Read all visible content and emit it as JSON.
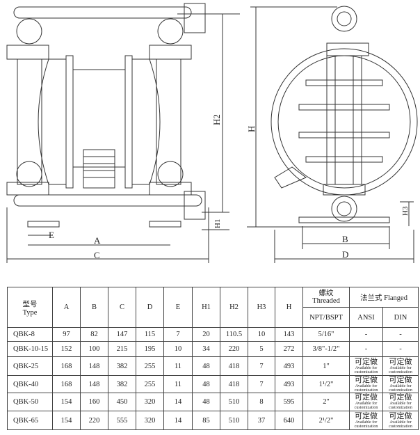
{
  "drawing": {
    "labels": {
      "A": "A",
      "B": "B",
      "C": "C",
      "D": "D",
      "E": "E",
      "H": "H",
      "H1": "H1",
      "H2": "H2",
      "H3": "H3"
    }
  },
  "table": {
    "header": {
      "type_cn": "型号",
      "type_en": "Type",
      "cols": [
        "A",
        "B",
        "C",
        "D",
        "E",
        "H1",
        "H2",
        "H3",
        "H"
      ],
      "threaded_cn": "螺纹",
      "threaded_en": "Threaded",
      "npt": "NPT/BSPT",
      "flanged": "法兰式 Flanged",
      "ansi": "ANSI",
      "din": "DIN"
    },
    "custom_cn": "可定做",
    "custom_en1": "Available for",
    "custom_en2": "customization",
    "rows": [
      {
        "type": "QBK-8",
        "vals": [
          "97",
          "82",
          "147",
          "115",
          "7",
          "20",
          "110.5",
          "10",
          "143"
        ],
        "thread": "5/16\"",
        "ansi": "-",
        "din": "-"
      },
      {
        "type": "QBK-10-15",
        "vals": [
          "152",
          "100",
          "215",
          "195",
          "10",
          "34",
          "220",
          "5",
          "272"
        ],
        "thread": "3/8\"-1/2\"",
        "ansi": "-",
        "din": "-"
      },
      {
        "type": "QBK-25",
        "vals": [
          "168",
          "148",
          "382",
          "255",
          "11",
          "48",
          "418",
          "7",
          "493"
        ],
        "thread": "1\"",
        "ansi": "custom",
        "din": "custom"
      },
      {
        "type": "QBK-40",
        "vals": [
          "168",
          "148",
          "382",
          "255",
          "11",
          "48",
          "418",
          "7",
          "493"
        ],
        "thread": "1¹/2\"",
        "ansi": "custom",
        "din": "custom"
      },
      {
        "type": "QBK-50",
        "vals": [
          "154",
          "160",
          "450",
          "320",
          "14",
          "48",
          "510",
          "8",
          "595"
        ],
        "thread": "2\"",
        "ansi": "custom",
        "din": "custom"
      },
      {
        "type": "QBK-65",
        "vals": [
          "154",
          "220",
          "555",
          "320",
          "14",
          "85",
          "510",
          "37",
          "640"
        ],
        "thread": "2¹/2\"",
        "ansi": "custom",
        "din": "custom"
      }
    ]
  }
}
